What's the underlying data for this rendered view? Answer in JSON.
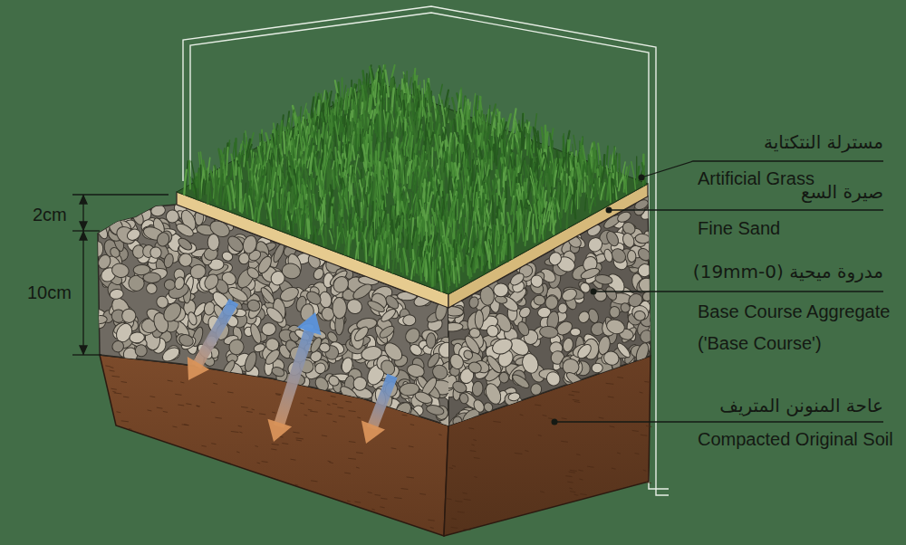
{
  "diagram": {
    "labels": [
      "2cm",
      "10cm",
      "مسترلة النتكتاية",
      "Artificial Grass",
      "صيرة السع",
      "Fine Sand",
      "مدروة ميحية (0-19mm)",
      "Base Course Aggregate ('Base Course')",
      "عاحة المنونن المتريف",
      "Compacted Original Soil"
    ]
  }
}
